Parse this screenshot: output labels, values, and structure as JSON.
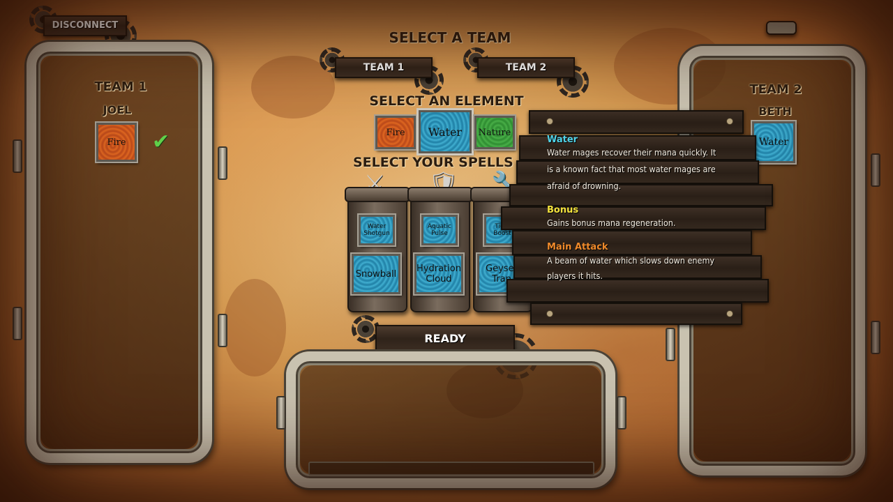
{
  "header": {
    "disconnect_label": "DISCONNECT",
    "select_team_title": "SELECT A TEAM",
    "team1_button": "TEAM 1",
    "team2_button": "TEAM 2",
    "select_element_title": "SELECT AN ELEMENT",
    "select_spells_title": "SELECT YOUR SPELLS"
  },
  "team1_panel": {
    "title": "TEAM 1",
    "player": {
      "name": "JOEL",
      "element": "Fire",
      "ready": true,
      "ready_icon": "checkmark-icon"
    }
  },
  "team2_panel": {
    "title": "TEAM 2",
    "player": {
      "name": "BETH",
      "element": "Water"
    }
  },
  "elements": [
    {
      "label": "Fire",
      "selected": false
    },
    {
      "label": "Water",
      "selected": true
    },
    {
      "label": "Nature",
      "selected": false
    }
  ],
  "spells": [
    {
      "icon": "sword-icon",
      "top_label": "Water Shotgun",
      "bottom_label": "Snowball"
    },
    {
      "icon": "shield-icon",
      "top_label": "Aquatic Pulse",
      "bottom_label": "Hydration Cloud"
    },
    {
      "icon": "wrench-icon",
      "top_label": "Tidal Boost",
      "bottom_label": "Geyser Trap"
    }
  ],
  "ready_label": "READY",
  "tooltip": {
    "element_name": "Water",
    "description_line1": "Water mages recover their mana quickly. It",
    "description_line2": "is a known fact that most water mages are",
    "description_line3": "afraid of drowning.",
    "bonus_heading": "Bonus",
    "bonus_text": "Gains bonus mana regeneration.",
    "attack_heading": "Main Attack",
    "attack_line1": "A beam of water which slows down enemy",
    "attack_line2": "players it hits."
  },
  "colors": {
    "water_heading": "#4fd3e8",
    "bonus_heading": "#f2e23c",
    "attack_heading": "#f08a2a"
  }
}
